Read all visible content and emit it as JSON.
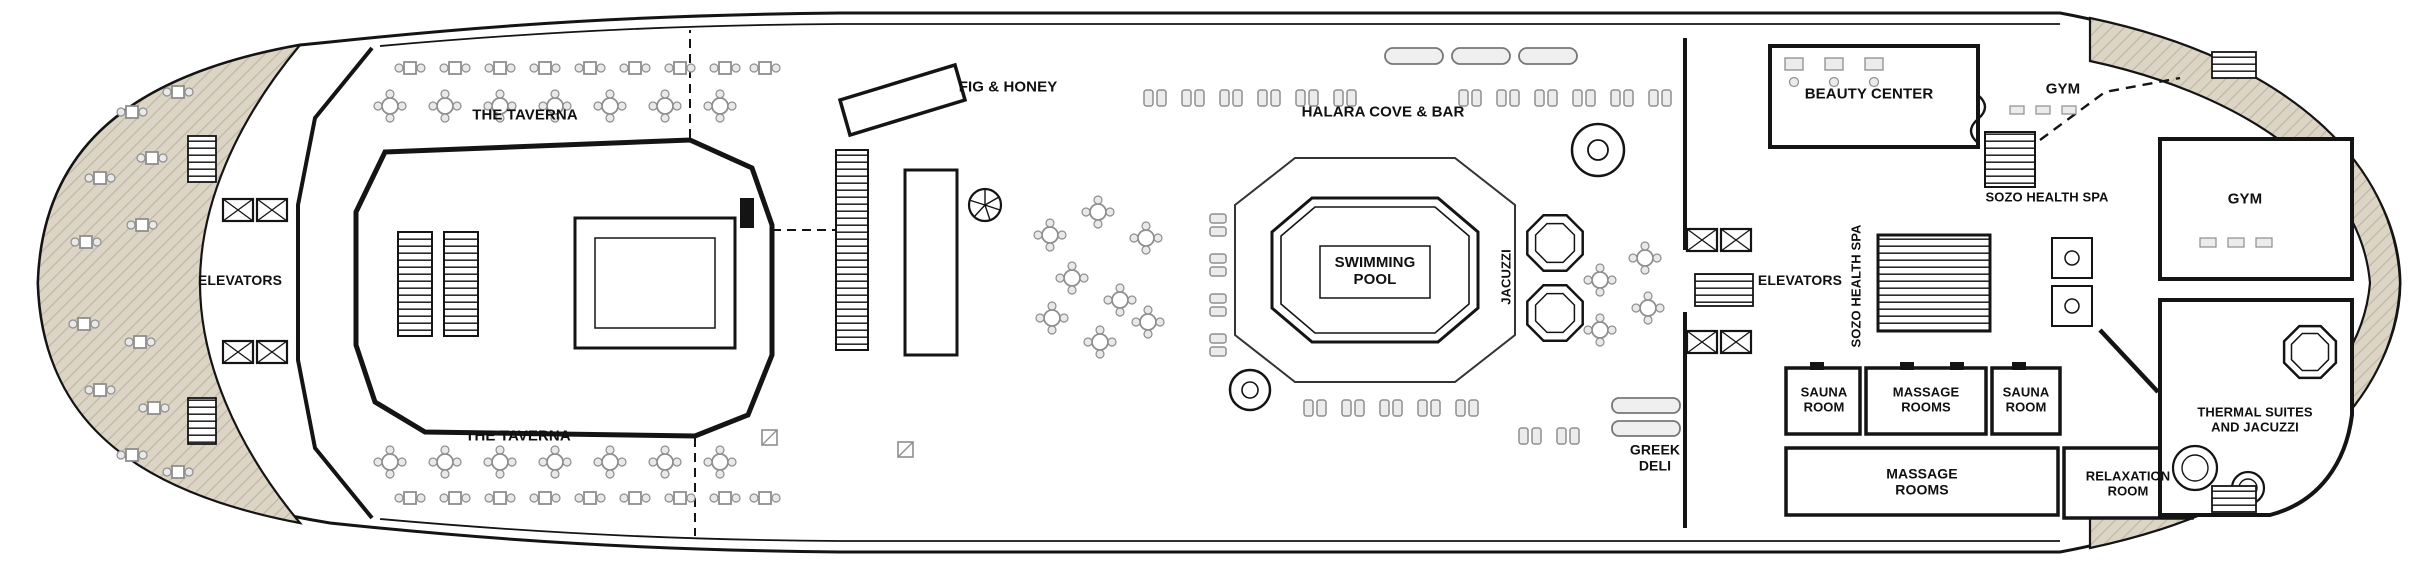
{
  "deck_plan": {
    "labels": {
      "taverna_top": "THE TAVERNA",
      "taverna_bottom": "THE TAVERNA",
      "elevators_forward": "ELEVATORS",
      "fig_and_honey": "FIG & HONEY",
      "halara_cove_bar": "HALARA COVE & BAR",
      "swimming_pool": "SWIMMING POOL",
      "jacuzzi": "JACUZZI",
      "greek_deli": "GREEK DELI",
      "elevators_aft": "ELEVATORS",
      "beauty_center": "BEAUTY CENTER",
      "sozo_health_spa_corridor": "SOZO HEALTH SPA",
      "sozo_health_spa": "SOZO HEALTH SPA",
      "gym_upper": "GYM",
      "gym_aft": "GYM",
      "sauna_room_left": "SAUNA ROOM",
      "massage_rooms_upper": "MASSAGE ROOMS",
      "sauna_room_right": "SAUNA ROOM",
      "massage_rooms_lower": "MASSAGE ROOMS",
      "relaxation_room": "RELAXATION ROOM",
      "thermal_suites": "THERMAL SUITES AND JACUZZI"
    },
    "colors": {
      "outline": "#141414",
      "deck_hatch_fill": "#DCD5C6",
      "deck_hatch_line": "#BFB7A3",
      "furniture": "#8E8E8E",
      "furniture_fill": "#E9E9E9",
      "background": "#FFFFFF"
    },
    "icons": {
      "elevator-icon": "box-with-diagonal-cross",
      "stairs-icon": "striped-steps-block",
      "table-icon": "circle-table-with-chairs",
      "lounger-icon": "paired-rounded-rect-sunbeds",
      "pool-icon": "double-outline-octagon",
      "jacuzzi-icon": "double-outline-octagon",
      "spiral-stair-icon": "circle-with-radial-steps"
    }
  }
}
